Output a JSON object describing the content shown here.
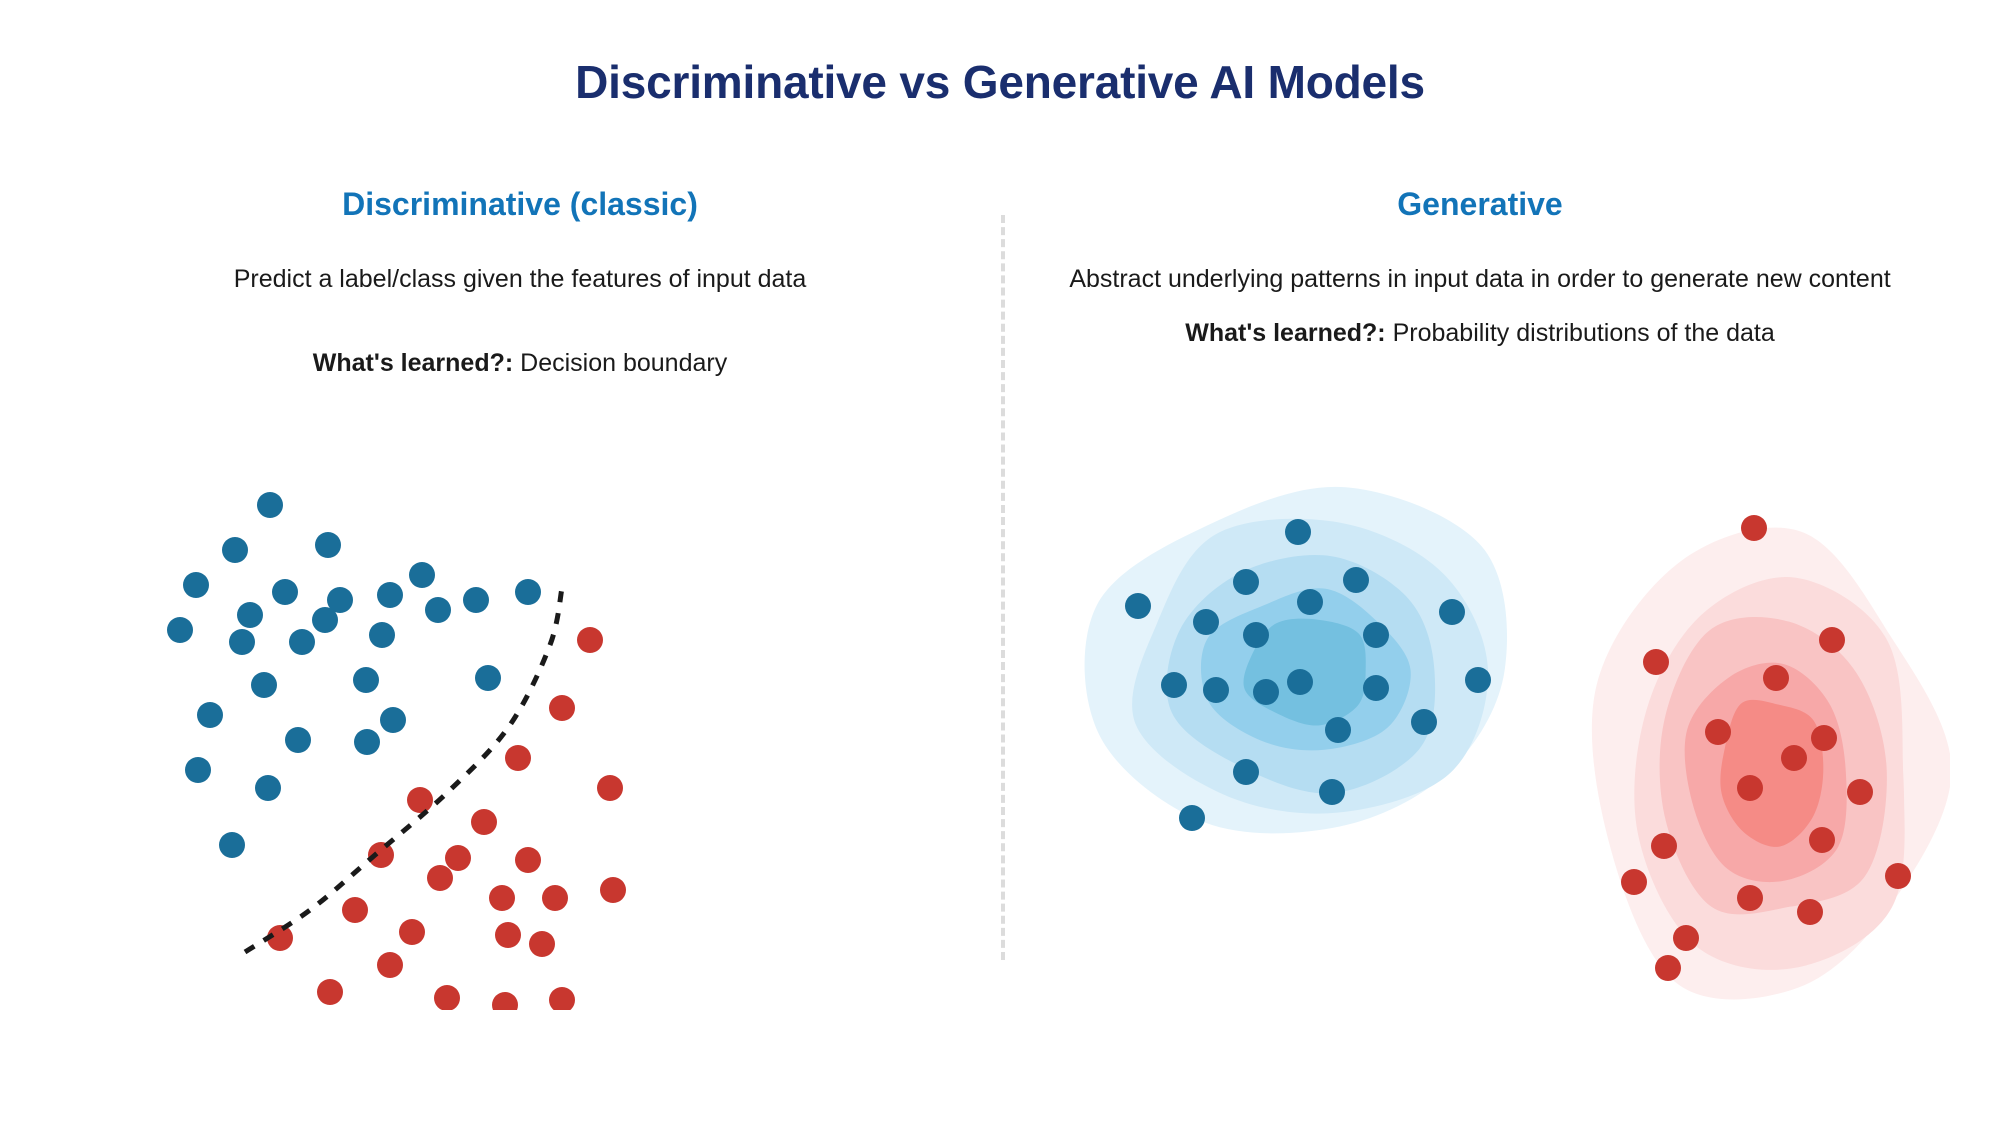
{
  "title": "Discriminative vs Generative AI Models",
  "colors": {
    "title": "#1a2e6e",
    "heading": "#1274b8",
    "body": "#1a1a1a",
    "blue_dot": "#1a6e99",
    "red_dot": "#c8372f",
    "boundary": "#1a1a1a",
    "divider": "#dcdcdc",
    "blue_contours": [
      "#e4f3fb",
      "#cfe9f7",
      "#b5ddf2",
      "#93cfec",
      "#74c0e0"
    ],
    "red_contours": [
      "#fdeeee",
      "#fbdcdc",
      "#f9c4c4",
      "#f7a8a8",
      "#f58b86"
    ]
  },
  "columns": {
    "left": {
      "heading": "Discriminative (classic)",
      "description": "Predict a label/class given the features of input data",
      "learned_label": "What's learned?:",
      "learned_value": " Decision boundary"
    },
    "right": {
      "heading": "Generative",
      "description": "Abstract underlying patterns in input data in order to generate new content",
      "learned_label": "What's learned?:",
      "learned_value": " Probability distributions of the data"
    }
  },
  "chart_data": [
    {
      "type": "scatter",
      "name": "discriminative-scatter",
      "title": "Discriminative (classic)",
      "xlabel": "",
      "ylabel": "",
      "grid": false,
      "legend": "none",
      "xlim": [
        0,
        680
      ],
      "ylim": [
        0,
        540
      ],
      "annotations": [
        "dashed decision boundary separating blue class from red class"
      ],
      "dot_radius": 13,
      "series": [
        {
          "name": "class-blue",
          "color": "#1a6e99",
          "points": [
            [
              120,
              35
            ],
            [
              85,
              80
            ],
            [
              178,
              75
            ],
            [
              135,
              122
            ],
            [
              190,
              130
            ],
            [
              46,
              115
            ],
            [
              100,
              145
            ],
            [
              175,
              150
            ],
            [
              240,
              125
            ],
            [
              272,
              105
            ],
            [
              30,
              160
            ],
            [
              92,
              172
            ],
            [
              152,
              172
            ],
            [
              232,
              165
            ],
            [
              288,
              140
            ],
            [
              216,
              210
            ],
            [
              326,
              130
            ],
            [
              378,
              122
            ],
            [
              114,
              215
            ],
            [
              60,
              245
            ],
            [
              243,
              250
            ],
            [
              148,
              270
            ],
            [
              217,
              272
            ],
            [
              338,
              208
            ],
            [
              48,
              300
            ],
            [
              118,
              318
            ],
            [
              82,
              375
            ]
          ]
        },
        {
          "name": "class-red",
          "color": "#c8372f",
          "points": [
            [
              440,
              170
            ],
            [
              412,
              238
            ],
            [
              368,
              288
            ],
            [
              460,
              318
            ],
            [
              270,
              330
            ],
            [
              334,
              352
            ],
            [
              231,
              385
            ],
            [
              308,
              388
            ],
            [
              378,
              390
            ],
            [
              405,
              428
            ],
            [
              290,
              408
            ],
            [
              352,
              428
            ],
            [
              463,
              420
            ],
            [
              205,
              440
            ],
            [
              130,
              468
            ],
            [
              262,
              462
            ],
            [
              358,
              465
            ],
            [
              392,
              474
            ],
            [
              180,
              522
            ],
            [
              297,
              528
            ],
            [
              355,
              535
            ],
            [
              412,
              530
            ],
            [
              240,
              495
            ]
          ]
        }
      ],
      "boundary": {
        "name": "decision-boundary",
        "style": "dashed",
        "color": "#1a1a1a",
        "path": [
          [
            95,
            482
          ],
          [
            160,
            440
          ],
          [
            225,
            385
          ],
          [
            300,
            320
          ],
          [
            360,
            255
          ],
          [
            400,
            175
          ],
          [
            412,
            118
          ]
        ]
      }
    },
    {
      "type": "scatter",
      "name": "generative-density",
      "title": "Generative",
      "xlabel": "",
      "ylabel": "",
      "grid": false,
      "legend": "none",
      "xlim": [
        0,
        880
      ],
      "ylim": [
        0,
        540
      ],
      "annotations": [
        "nested density contours (probability distributions) around each class cluster"
      ],
      "dot_radius": 13,
      "series": [
        {
          "name": "cluster-blue",
          "color": "#1a6e99",
          "contour_levels": 5,
          "points": [
            [
              228,
              62
            ],
            [
              176,
              112
            ],
            [
              286,
              110
            ],
            [
              240,
              132
            ],
            [
              68,
              136
            ],
            [
              136,
              152
            ],
            [
              186,
              165
            ],
            [
              306,
              165
            ],
            [
              382,
              142
            ],
            [
              230,
              212
            ],
            [
              104,
              215
            ],
            [
              146,
              220
            ],
            [
              196,
              222
            ],
            [
              306,
              218
            ],
            [
              408,
              210
            ],
            [
              268,
              260
            ],
            [
              354,
              252
            ],
            [
              176,
              302
            ],
            [
              262,
              322
            ],
            [
              122,
              348
            ]
          ]
        },
        {
          "name": "cluster-red",
          "color": "#c8372f",
          "contour_levels": 5,
          "points": [
            [
              684,
              58
            ],
            [
              762,
              170
            ],
            [
              586,
              192
            ],
            [
              706,
              208
            ],
            [
              648,
              262
            ],
            [
              754,
              268
            ],
            [
              724,
              288
            ],
            [
              680,
              318
            ],
            [
              790,
              322
            ],
            [
              752,
              370
            ],
            [
              594,
              376
            ],
            [
              564,
              412
            ],
            [
              828,
              406
            ],
            [
              680,
              428
            ],
            [
              740,
              442
            ],
            [
              616,
              468
            ],
            [
              598,
              498
            ]
          ]
        }
      ]
    }
  ]
}
